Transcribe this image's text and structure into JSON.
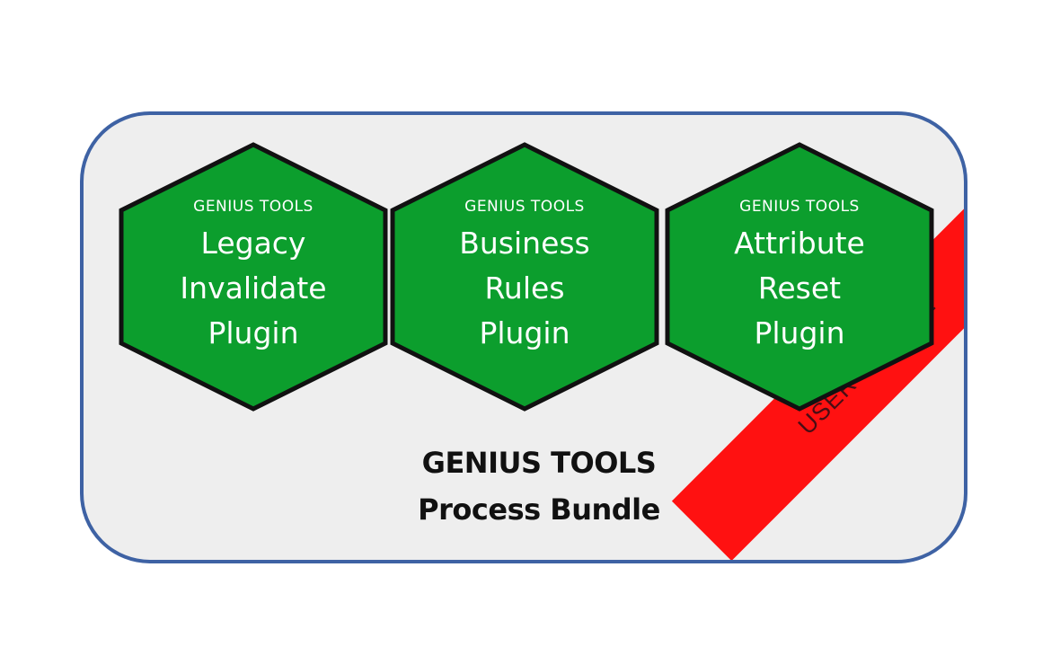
{
  "colors": {
    "border": "#3e62a4",
    "panel": "#eeeeee",
    "hex_fill": "#0c9e2d",
    "hex_stroke": "#111111",
    "ribbon": "#ff1111",
    "ribbon_text": "#4a0d14"
  },
  "plugins": [
    {
      "eyebrow": "GENIUS TOOLS",
      "lines": [
        "Legacy",
        "Invalidate",
        "Plugin"
      ]
    },
    {
      "eyebrow": "GENIUS TOOLS",
      "lines": [
        "Business",
        "Rules",
        "Plugin"
      ]
    },
    {
      "eyebrow": "GENIUS TOOLS",
      "lines": [
        "Attribute",
        "Reset",
        "Plugin"
      ]
    }
  ],
  "bundle": {
    "title_line1": "GENIUS TOOLS",
    "title_line2": "Process Bundle"
  },
  "ribbon": {
    "label": "USER BUNDLE"
  }
}
